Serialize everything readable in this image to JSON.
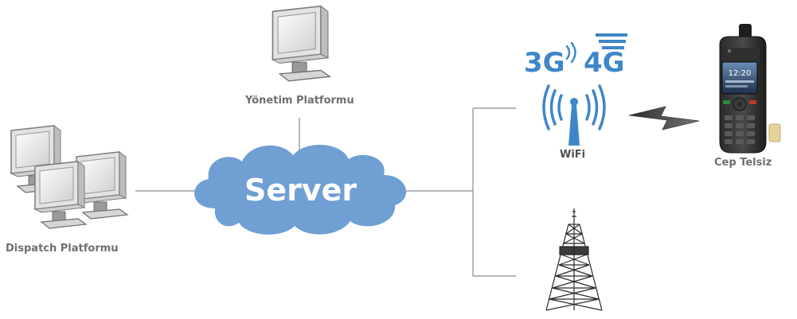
{
  "nodes": {
    "management": {
      "label": "Yönetim Platformu"
    },
    "dispatch": {
      "label": "Dispatch Platformu"
    },
    "server": {
      "label": "Server"
    },
    "wifi": {
      "label": "WiFi"
    },
    "radio": {
      "label": "Cep Telsiz",
      "screen_time": "12:20"
    }
  },
  "network_badges": {
    "g3": "3G",
    "g4": "4G"
  },
  "colors": {
    "cloud_fill": "#6f9fd3",
    "cloud_text": "#ffffff",
    "network_blue": "#3f86c9",
    "label_gray": "#6f6f6f",
    "line_gray": "#8a8a8a"
  },
  "icons": [
    "monitor-icon",
    "cloud-icon",
    "wifi-antenna-icon",
    "lightning-bolt-icon",
    "radio-handset-icon",
    "radio-tower-icon"
  ]
}
